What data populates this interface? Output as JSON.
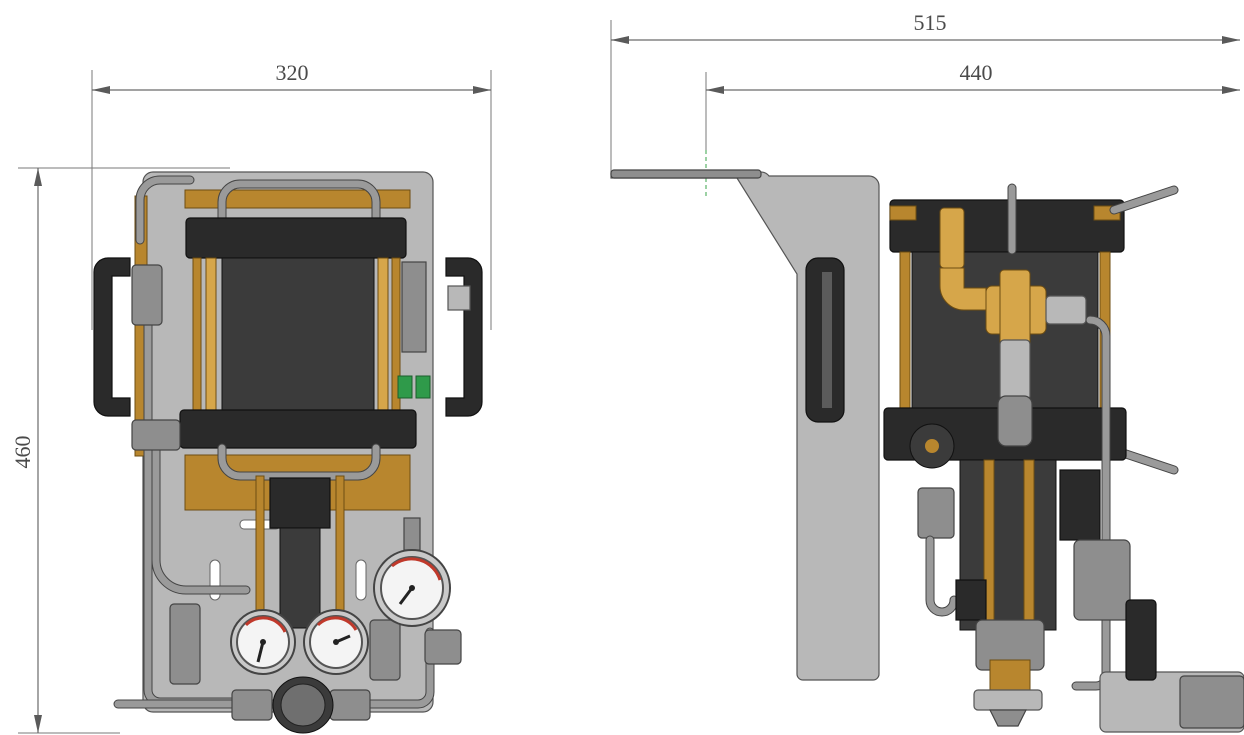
{
  "dimensions": {
    "front_width": "320",
    "front_height": "460",
    "side_overall_depth": "515",
    "side_body_depth": "440"
  },
  "colors": {
    "steel": "#b8b8b8",
    "black": "#2a2a2a",
    "brass": "#b8862e",
    "gauge_red": "#c0392b",
    "fitting_green": "#2f9a4a"
  }
}
